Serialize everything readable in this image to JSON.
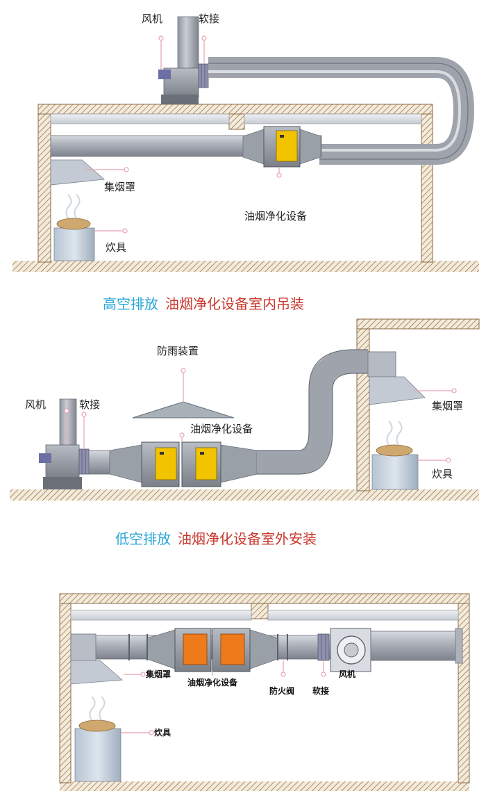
{
  "colors": {
    "caption_blue": "#2aa6d6",
    "caption_red": "#c8372d",
    "leader_pink": "#e8a0b2",
    "purifier_yellow": "#f2c400",
    "purifier_orange": "#ee7a1c",
    "duct_gray": "#a5aab3",
    "wall_hatch": "#c9a57a"
  },
  "section1": {
    "labels": {
      "fan": "风机",
      "flex": "软接",
      "hood": "集烟罩",
      "purifier": "油烟净化设备",
      "stove": "炊具"
    },
    "caption": {
      "part1": "高空排放",
      "part2": "油烟净化设备室内吊装"
    }
  },
  "section2": {
    "labels": {
      "rain": "防雨装置",
      "fan": "风机",
      "flex": "软接",
      "purifier": "油烟净化设备",
      "hood": "集烟罩",
      "stove": "炊具"
    },
    "caption": {
      "part1": "低空排放",
      "part2": "油烟净化设备室外安装"
    }
  },
  "section3": {
    "labels": {
      "hood": "集烟罩",
      "purifier": "油烟净化设备",
      "damper": "防火阀",
      "flex": "软接",
      "fan": "风机",
      "stove": "炊具"
    }
  }
}
